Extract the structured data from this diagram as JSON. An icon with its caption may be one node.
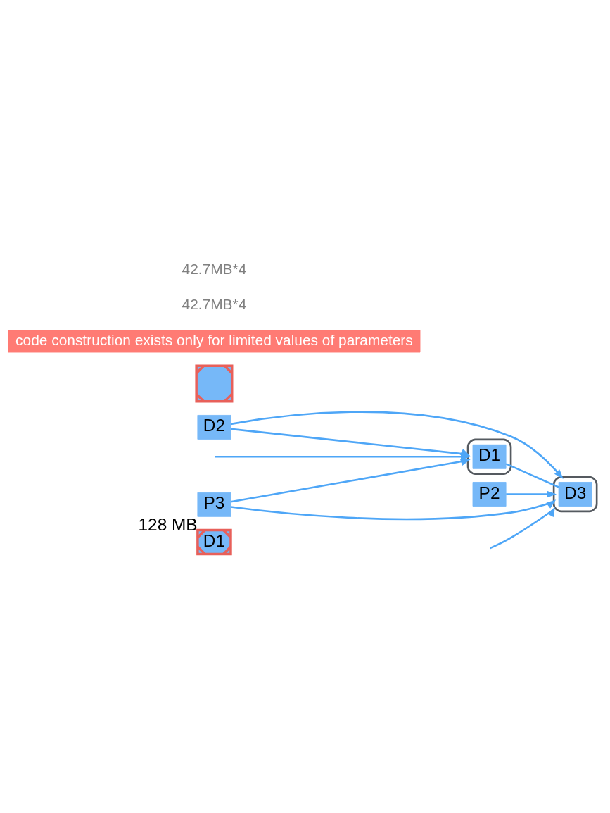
{
  "diagram": {
    "nodes": [
      {
        "text": [
          "D1"
        ]
      },
      {
        "text": [
          "D2"
        ]
      },
      {
        "text": [],
        "shape": "box"
      },
      {
        "text": [
          "code construction exists only for limited values of parameters"
        ]
      },
      {
        "text": [
          "P2"
        ]
      },
      {
        "text": [
          "P3"
        ],
        "beside": [
          "128 MB"
        ]
      },
      {
        "text": [],
        "shape": "cylinder"
      },
      {
        "text": [
          "D1"
        ],
        "in": 6
      },
      {
        "text": [],
        "shape": "cylinder"
      },
      {
        "text": [
          "D3"
        ],
        "in": 8
      }
    ],
    "edges": [
      {
        "from": 1,
        "to": 6,
        "arrow": "to"
      },
      {
        "from": 1,
        "to": 8,
        "arrow": "to"
      },
      {
        "from": null,
        "to": 6,
        "arrow": "to"
      },
      {
        "from": 7,
        "to": 9,
        "arrow": "none"
      },
      {
        "from": 5,
        "to": 6,
        "arrow": "to"
      },
      {
        "from": null,
        "to": 8,
        "arrow": "to"
      },
      {
        "from": 4,
        "to": 8,
        "arrow": "to"
      },
      {
        "from": 5,
        "to": 8,
        "arrow": "to"
      }
    ],
    "labels": [
      "42.7MB*4",
      "42.7MB*4"
    ]
  }
}
